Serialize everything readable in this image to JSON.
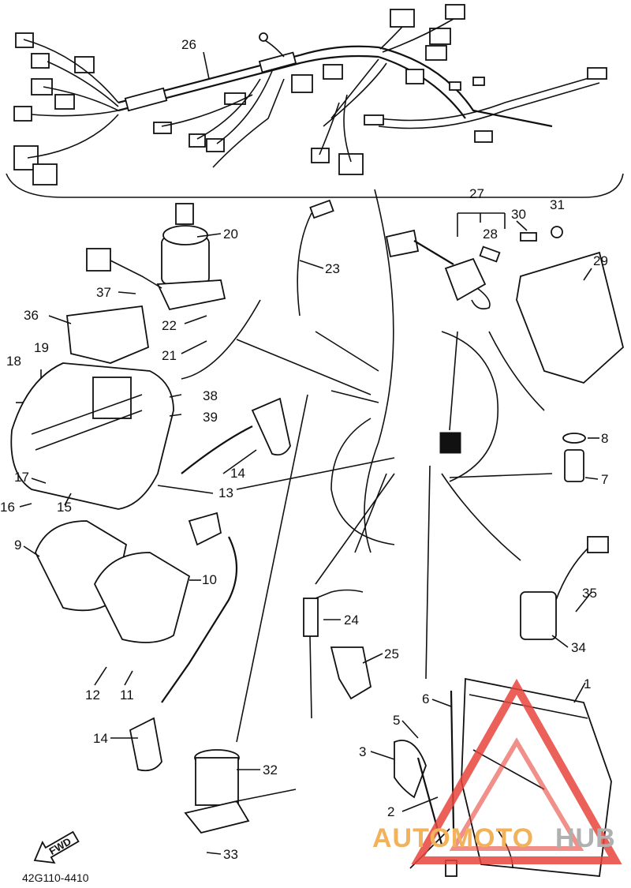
{
  "diagram": {
    "code": "42G110-4410",
    "forward_label": "FWD",
    "watermark": {
      "part1": "AUTOMOTO",
      "part2": "HUB"
    },
    "callouts": [
      "1",
      "2",
      "3",
      "5",
      "6",
      "7",
      "8",
      "9",
      "10",
      "11",
      "12",
      "13",
      "14",
      "14b",
      "15",
      "16",
      "17",
      "18",
      "19",
      "20",
      "21",
      "22",
      "23",
      "24",
      "25",
      "26",
      "27",
      "28",
      "29",
      "30",
      "31",
      "32",
      "33",
      "34",
      "35",
      "36",
      "37",
      "38",
      "39"
    ],
    "labels": {
      "1": "1",
      "2": "2",
      "3": "3",
      "5": "5",
      "6": "6",
      "7": "7",
      "8": "8",
      "9": "9",
      "10": "10",
      "11": "11",
      "12": "12",
      "13": "13",
      "14": "14",
      "14b": "14",
      "15": "15",
      "16": "16",
      "17": "17",
      "18": "18",
      "19": "19",
      "20": "20",
      "21": "21",
      "22": "22",
      "23": "23",
      "24": "24",
      "25": "25",
      "26": "26",
      "27": "27",
      "28": "28",
      "29": "29",
      "30": "30",
      "31": "31",
      "32": "32",
      "33": "33",
      "34": "34",
      "35": "35",
      "36": "36",
      "37": "37",
      "38": "38",
      "39": "39"
    },
    "colors": {
      "line": "#111111",
      "watermark_orange": "#f1b25a",
      "watermark_red": "#e8453c",
      "watermark_grey": "#b0b0b0"
    }
  }
}
